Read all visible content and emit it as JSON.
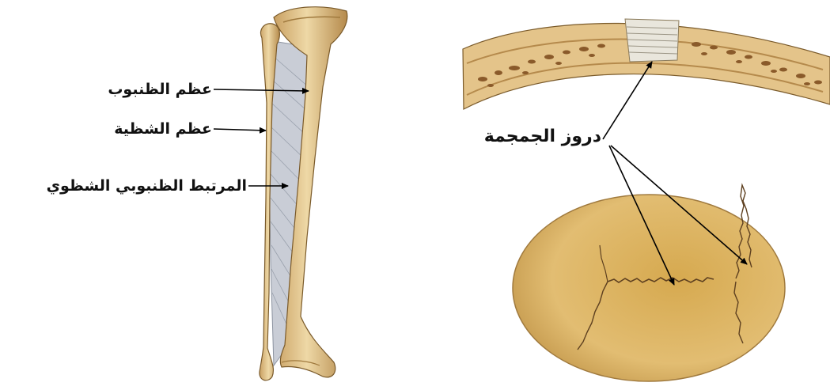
{
  "labels": {
    "tibia": "عظم الظنبوب",
    "fibula": "عظم الشظية",
    "interosseous_ligament": "المرتبط الظنبوبي الشظوي",
    "skull_sutures": "دروز الجمجمة"
  },
  "colors": {
    "background": "#ffffff",
    "bone": "#e7c88a",
    "bone_shadow": "#b8904f",
    "ligament": "#c9cdd6",
    "spongy_bone": "#9a6a35",
    "suture": "#6b4a22",
    "arrow": "#000000",
    "text": "#111111"
  },
  "icons": {
    "leg_bones": "tibia-fibula-illustration",
    "skull_section": "skull-bone-section-illustration",
    "skull_top": "skull-top-view-illustration"
  }
}
